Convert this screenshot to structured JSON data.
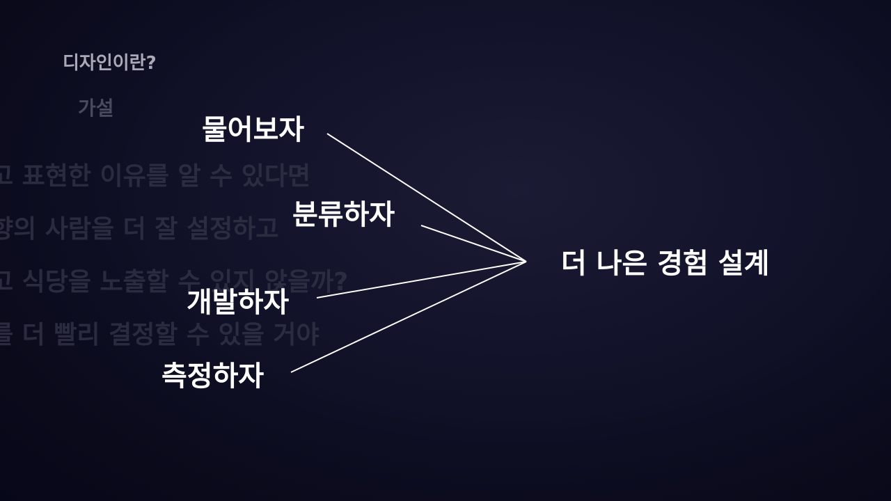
{
  "section_title": "디자인이란?",
  "subsection": "가설",
  "background_lines": [
    "고 표현한 이유를 알 수 있다면",
    "향의 사람을 더 잘 설정하고",
    "고 식당을 노출할 수 있지 않을까?",
    "를 더 빨리 결정할 수 있을 거야"
  ],
  "steps": [
    "물어보자",
    "분류하자",
    "개발하자",
    "측정하자"
  ],
  "result": "더 나은 경험 설계",
  "colors": {
    "background": "#12122a",
    "text_primary": "#ffffff",
    "text_secondary": "#a9a9b8",
    "text_faded": "#2f2f44"
  }
}
